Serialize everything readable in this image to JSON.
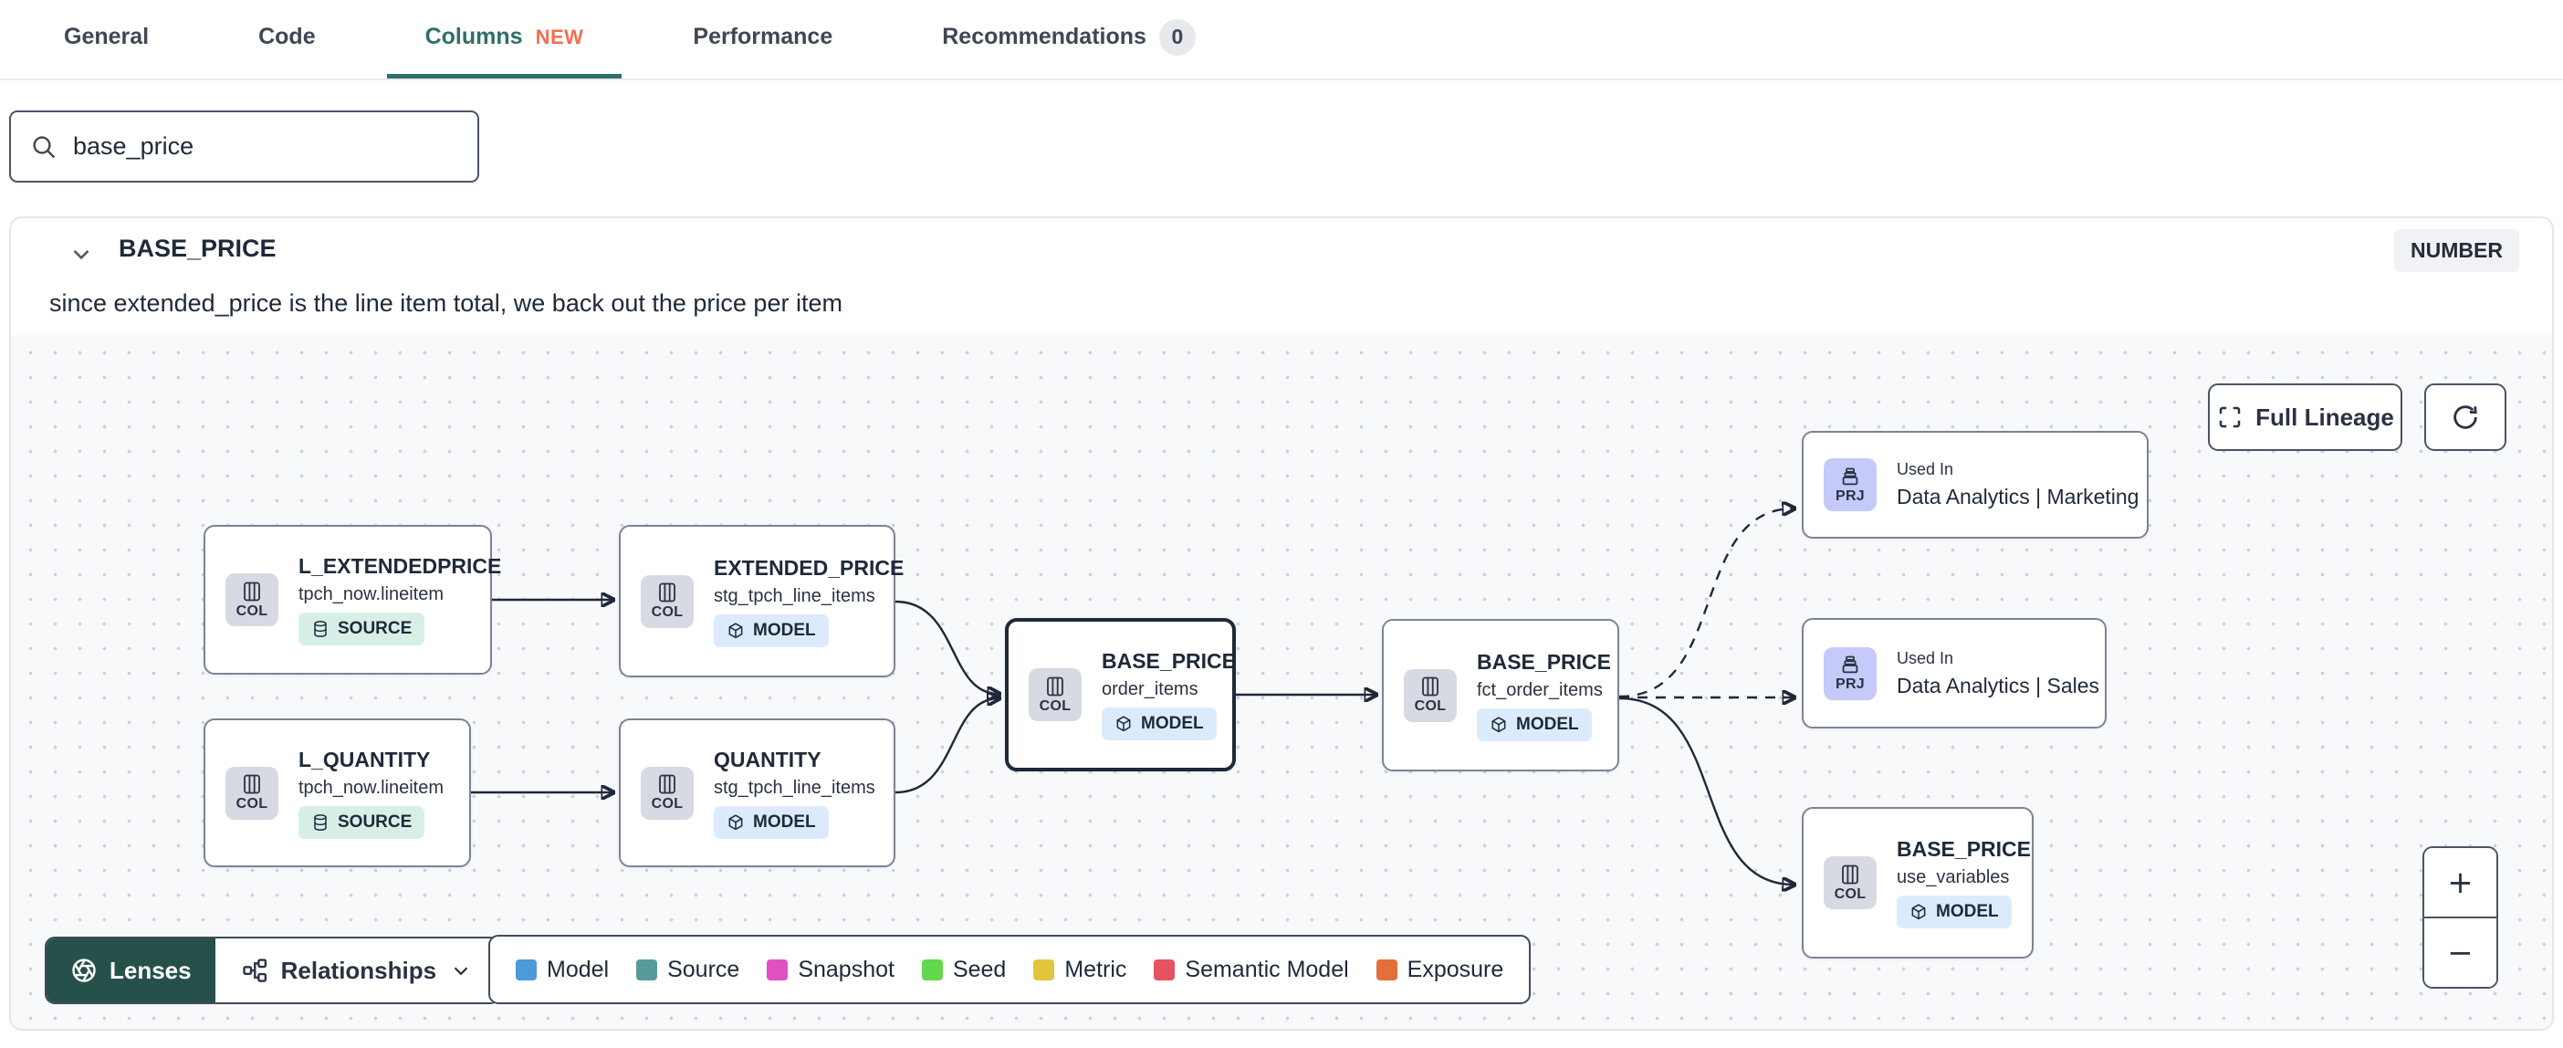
{
  "tabs": {
    "items": [
      {
        "label": "General"
      },
      {
        "label": "Code"
      },
      {
        "label": "Columns",
        "badge": "NEW",
        "active": true
      },
      {
        "label": "Performance"
      },
      {
        "label": "Recommendations",
        "badge": "0"
      }
    ]
  },
  "search": {
    "value": "base_price"
  },
  "column": {
    "name": "BASE_PRICE",
    "data_type": "NUMBER",
    "description": "since extended_price is the line item total, we back out the price per item"
  },
  "lineage": {
    "full_lineage_label": "Full Lineage",
    "zoom_in_label": "+",
    "zoom_out_label": "−",
    "nodes": [
      {
        "kind": "COL",
        "title": "L_EXTENDEDPRICE",
        "subtitle": "tpch_now.lineitem",
        "badge": "SOURCE"
      },
      {
        "kind": "COL",
        "title": "EXTENDED_PRICE",
        "subtitle": "stg_tpch_line_items",
        "badge": "MODEL"
      },
      {
        "kind": "COL",
        "title": "L_QUANTITY",
        "subtitle": "tpch_now.lineitem",
        "badge": "SOURCE"
      },
      {
        "kind": "COL",
        "title": "QUANTITY",
        "subtitle": "stg_tpch_line_items",
        "badge": "MODEL"
      },
      {
        "kind": "COL",
        "title": "BASE_PRICE",
        "subtitle": "order_items",
        "badge": "MODEL",
        "selected": true
      },
      {
        "kind": "COL",
        "title": "BASE_PRICE",
        "subtitle": "fct_order_items",
        "badge": "MODEL"
      },
      {
        "kind": "PRJ",
        "eyebrow": "Used In",
        "title": "Data Analytics | Marketing"
      },
      {
        "kind": "PRJ",
        "eyebrow": "Used In",
        "title": "Data Analytics | Sales"
      },
      {
        "kind": "COL",
        "title": "BASE_PRICE",
        "subtitle": "use_variables",
        "badge": "MODEL"
      }
    ],
    "footer": {
      "lenses_label": "Lenses",
      "relationships_label": "Relationships",
      "legend": [
        {
          "label": "Model",
          "color": "#4C9AD9"
        },
        {
          "label": "Source",
          "color": "#579B9B"
        },
        {
          "label": "Snapshot",
          "color": "#E14FC0"
        },
        {
          "label": "Seed",
          "color": "#62D84E"
        },
        {
          "label": "Metric",
          "color": "#E3C53D"
        },
        {
          "label": "Semantic Model",
          "color": "#E55361"
        },
        {
          "label": "Exposure",
          "color": "#E2703D"
        }
      ]
    }
  },
  "colors": {
    "accent_teal": "#2E6F6A",
    "new_badge": "#F26F50",
    "text_dark": "#1E2939",
    "tab_text": "#3F4754",
    "canvas_bg": "#F8F9FB",
    "node_border": "#7C8495",
    "selected_border": "#1E2939",
    "edge": "#1F2839",
    "col_tile_bg": "#D7DAE2",
    "prj_tile_bg": "#C5CAFA",
    "model_badge_bg": "#DCEBFB",
    "source_badge_bg": "#D8EFE8",
    "lenses_bg": "#26514A",
    "button_border": "#4A5565"
  }
}
